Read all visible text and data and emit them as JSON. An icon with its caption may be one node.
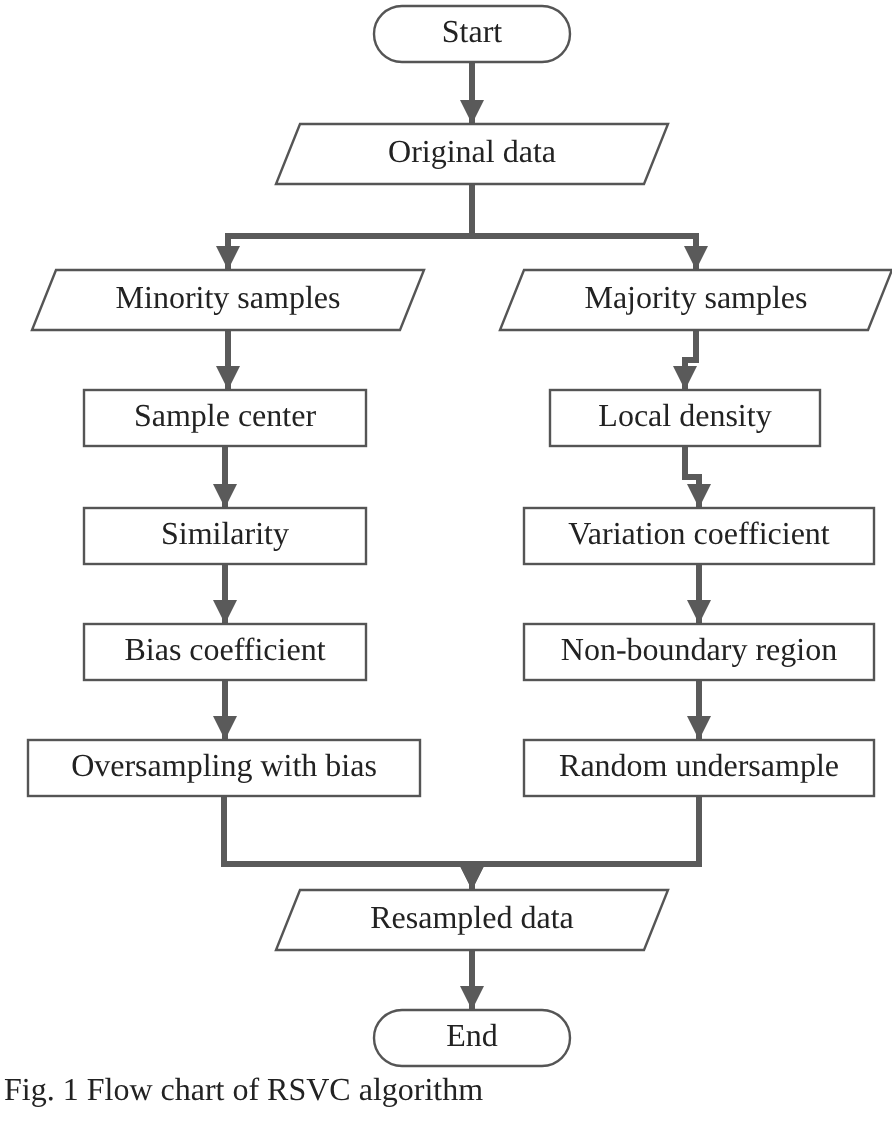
{
  "diagram": {
    "caption": "Fig. 1 Flow chart of RSVC algorithm",
    "nodes": [
      {
        "text": [
          "Start"
        ]
      },
      {
        "text": [
          "Original data"
        ]
      },
      {
        "text": [
          "Minority samples"
        ]
      },
      {
        "text": [
          "Majority samples"
        ]
      },
      {
        "text": [
          "Sample center"
        ]
      },
      {
        "text": [
          "Similarity"
        ]
      },
      {
        "text": [
          "Bias coefficient"
        ]
      },
      {
        "text": [
          "Oversampling with bias"
        ]
      },
      {
        "text": [
          "Local density"
        ]
      },
      {
        "text": [
          "Variation coefficient"
        ]
      },
      {
        "text": [
          "Non-boundary region"
        ]
      },
      {
        "text": [
          "Random undersample"
        ]
      },
      {
        "text": [
          "Resampled data"
        ]
      },
      {
        "text": [
          "End"
        ]
      }
    ],
    "edges": [
      {
        "from": 0,
        "to": 1,
        "arrow": "to"
      },
      {
        "from": 1,
        "to": 2,
        "arrow": "to"
      },
      {
        "from": 1,
        "to": 3,
        "arrow": "to"
      },
      {
        "from": 2,
        "to": 4,
        "arrow": "to"
      },
      {
        "from": 4,
        "to": 5,
        "arrow": "to"
      },
      {
        "from": 5,
        "to": 6,
        "arrow": "to"
      },
      {
        "from": 6,
        "to": 7,
        "arrow": "to"
      },
      {
        "from": 3,
        "to": 8,
        "arrow": "to"
      },
      {
        "from": 8,
        "to": 9,
        "arrow": "to"
      },
      {
        "from": 9,
        "to": 10,
        "arrow": "to"
      },
      {
        "from": 10,
        "to": 11,
        "arrow": "to"
      },
      {
        "from": 7,
        "to": 12,
        "arrow": "to"
      },
      {
        "from": 11,
        "to": 12,
        "arrow": "to"
      },
      {
        "from": 12,
        "to": 13,
        "arrow": "to"
      }
    ]
  }
}
